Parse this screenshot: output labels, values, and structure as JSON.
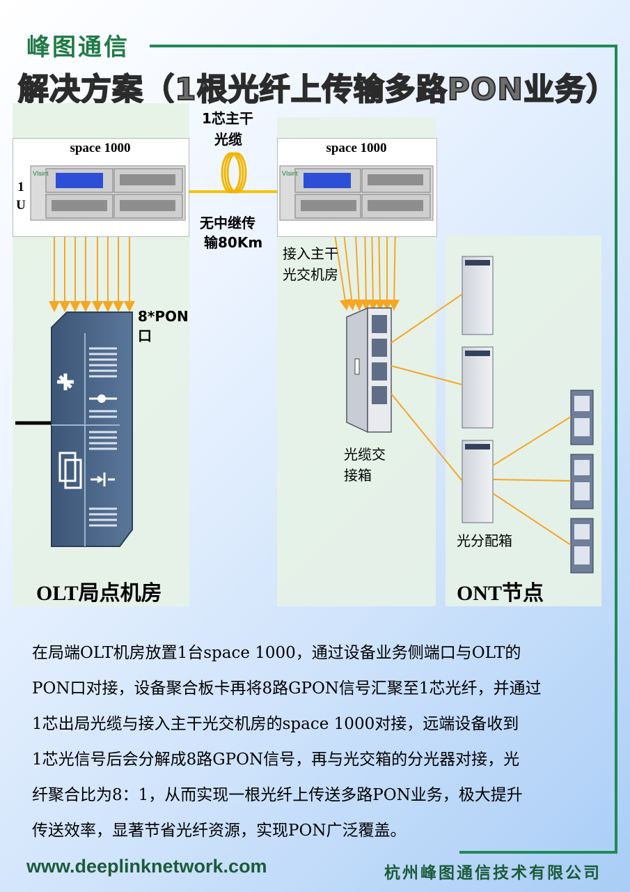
{
  "brand": "峰图通信",
  "title": "解决方案（1根光纤上传输多路PON业务）",
  "devices": {
    "left_label": "space 1000",
    "right_label": "space 1000",
    "rack_unit": "1 U"
  },
  "cable": {
    "label_line1": "1芯主干",
    "label_line2": "光缆",
    "distance_line1": "无中继传",
    "distance_line2": "输80Km"
  },
  "ports": {
    "line1": "8*PON",
    "line2": "口"
  },
  "access_room": {
    "line1": "接入主干",
    "line2": "光交机房"
  },
  "cross_box": {
    "line1": "光缆交",
    "line2": "接箱"
  },
  "split_box": "光分配箱",
  "sections": {
    "olt": "OLT局点机房",
    "ont": "ONT节点"
  },
  "description": [
    "在局端OLT机房放置1台space 1000，通过设备业务侧端口与OLT的",
    "PON口对接，设备聚合板卡再将8路GPON信号汇聚至1芯光纤，并通过",
    "1芯出局光缆与接入主干光交机房的space 1000对接，远端设备收到",
    "1芯光信号后会分解成8路GPON信号，再与光交箱的分光器对接，光",
    "纤聚合比为8：1，从而实现一根光纤上传送多路PON业务，极大提升",
    "传送效率，显著节省光纤资源，实现PON广泛覆盖。"
  ],
  "footer": {
    "url": "www.deeplinknetwork.com",
    "company": "杭州峰图通信技术有限公司"
  },
  "colors": {
    "brand_green": "#1f8a55",
    "fiber_orange": "#f5a623",
    "panel_green": "#e6f2e6"
  }
}
